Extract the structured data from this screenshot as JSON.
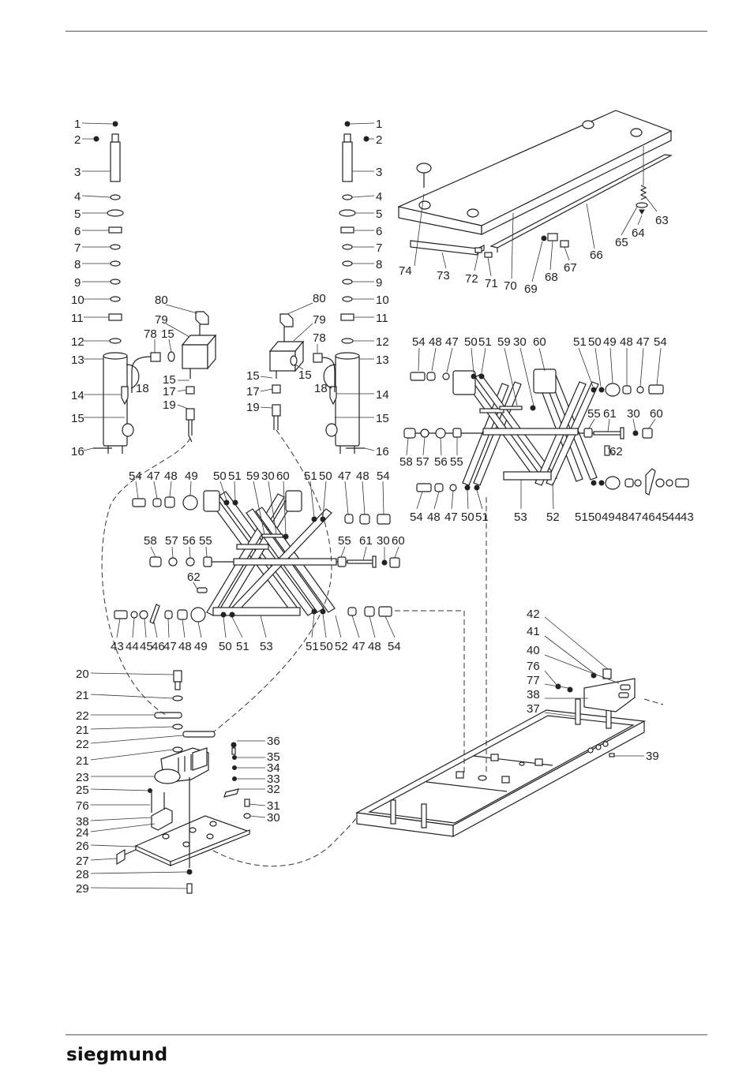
{
  "brand": {
    "logo_text": "siegmund"
  },
  "colors": {
    "ink": "#222222",
    "paper": "#ffffff",
    "rule": "#555555"
  },
  "callouts": {
    "left_cylinder": [
      "1",
      "2",
      "3",
      "4",
      "5",
      "6",
      "7",
      "8",
      "9",
      "10",
      "11",
      "12",
      "13",
      "14",
      "15",
      "16"
    ],
    "right_cylinder": [
      "1",
      "2",
      "3",
      "4",
      "5",
      "6",
      "7",
      "8",
      "9",
      "10",
      "11",
      "12",
      "13",
      "14",
      "15",
      "16"
    ],
    "left_valve": [
      "80",
      "79",
      "78",
      "15",
      "18",
      "15",
      "17",
      "19"
    ],
    "right_valve": [
      "80",
      "79",
      "78",
      "15",
      "15",
      "18",
      "17",
      "19"
    ],
    "table_top": [
      "74",
      "73",
      "72",
      "71",
      "70",
      "69",
      "68",
      "67",
      "66",
      "65",
      "64",
      "63"
    ],
    "right_scissor_top": [
      "54",
      "48",
      "47",
      "50",
      "51",
      "59",
      "30",
      "60",
      "51",
      "50",
      "49",
      "48",
      "47",
      "54"
    ],
    "right_scissor_mid": [
      "58",
      "57",
      "56",
      "55",
      "55",
      "61",
      "30",
      "60",
      "62"
    ],
    "right_scissor_bottom": [
      "54",
      "48",
      "47",
      "50",
      "51",
      "53",
      "52",
      "51",
      "50",
      "49",
      "48",
      "47",
      "46",
      "45",
      "44",
      "43"
    ],
    "left_scissor_top": [
      "54",
      "47",
      "48",
      "49",
      "50",
      "51",
      "59",
      "30",
      "60",
      "51",
      "50",
      "47",
      "48",
      "54"
    ],
    "left_scissor_mid": [
      "58",
      "57",
      "56",
      "55",
      "62",
      "55",
      "61",
      "30",
      "60"
    ],
    "left_scissor_bottom": [
      "43",
      "44",
      "45",
      "46",
      "47",
      "48",
      "49",
      "50",
      "51",
      "53",
      "51",
      "50",
      "52",
      "47",
      "48",
      "54"
    ],
    "pump": [
      "20",
      "21",
      "22",
      "21",
      "22",
      "21",
      "23",
      "25",
      "76",
      "38",
      "24",
      "26",
      "27",
      "28",
      "29",
      "36",
      "35",
      "34",
      "33",
      "32",
      "31",
      "30"
    ],
    "base_frame": [
      "42",
      "41",
      "40",
      "76",
      "77",
      "38",
      "37",
      "39"
    ]
  }
}
